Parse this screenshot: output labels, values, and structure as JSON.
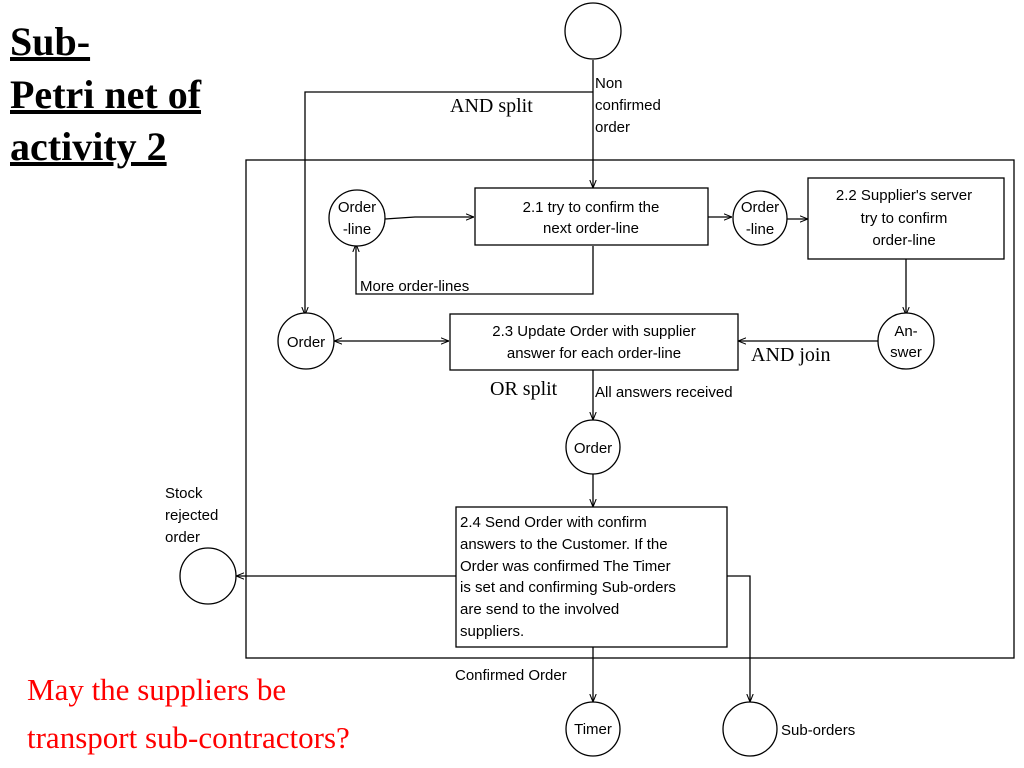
{
  "title": {
    "line1": "Sub-",
    "line2": "Petri net of",
    "line3": "activity 2"
  },
  "question": {
    "line1": "May the suppliers be",
    "line2": "transport sub-contractors?"
  },
  "annotations": {
    "and_split": "AND split",
    "and_join": "AND join",
    "or_split": "OR split"
  },
  "transitions": {
    "t21": {
      "line1": "2.1 try  to  confirm the",
      "line2": "next order-line"
    },
    "t22": {
      "line1": "2.2 Supplier's server",
      "line2": "try  to  confirm",
      "line3": "order-line"
    },
    "t23": {
      "line1": "2.3  Update  Order  with  supplier",
      "line2": "answer  for  each  order-line"
    },
    "t24": {
      "line1": "2.4  Send Order  with  confirm",
      "line2": "answers  to  the Customer.  If the",
      "line3": "Order  was  confirmed The Timer",
      "line4": "is set and confirming Sub-orders",
      "line5": "are  send  to  the  involved",
      "line6": "suppliers."
    }
  },
  "places": {
    "orderline1": {
      "line1": "Order",
      "line2": "-line"
    },
    "orderline2": {
      "line1": "Order",
      "line2": "-line"
    },
    "order_left": "Order",
    "answer": {
      "line1": "An-",
      "line2": "swer"
    },
    "order_mid": "Order",
    "timer": "Timer"
  },
  "labels": {
    "non_confirmed": {
      "line1": "Non",
      "line2": "confirmed",
      "line3": "order"
    },
    "more_order_lines": "More order-lines",
    "all_answers": "All answers received",
    "stock_rejected": {
      "line1": "Stock",
      "line2": "rejected",
      "line3": "order"
    },
    "confirmed_order": "Confirmed Order",
    "sub_orders": "Sub-orders"
  }
}
